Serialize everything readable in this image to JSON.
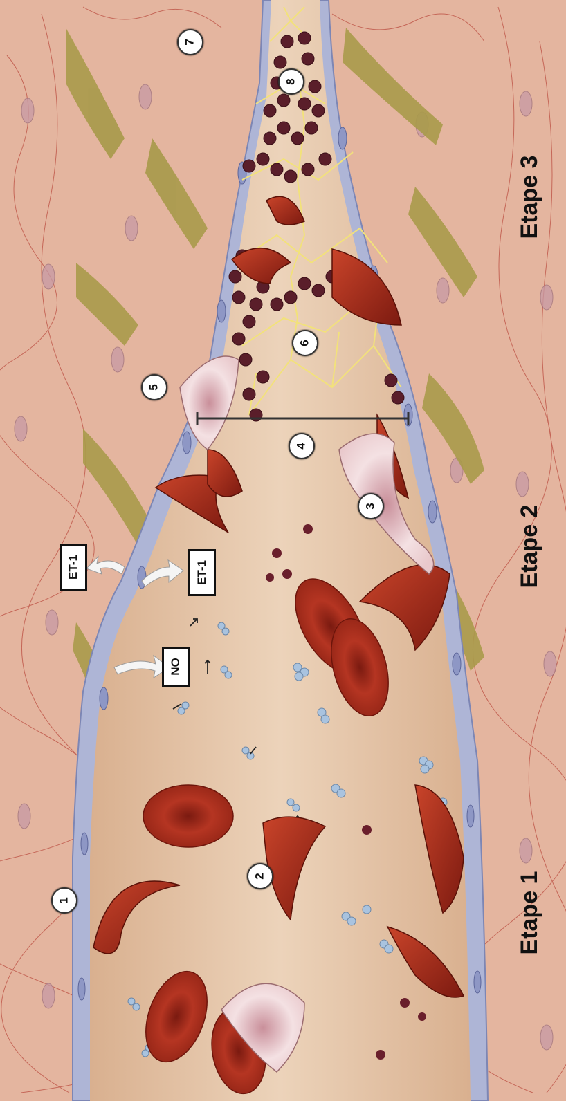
{
  "stages": [
    {
      "label": "Etape 1"
    },
    {
      "label": "Etape 2"
    },
    {
      "label": "Etape 3"
    }
  ],
  "boxes": {
    "no": "NO",
    "et1_top": "ET-1",
    "et1_bottom": "ET-1"
  },
  "markers": [
    "1",
    "2",
    "3",
    "4",
    "5",
    "6",
    "7",
    "8"
  ],
  "colors": {
    "tissue": "#d89a86",
    "smooth_muscle": "#a89a4a",
    "endothelium": "#aeb5d6",
    "lumen": "#e6c6a8",
    "red_cell": "#a8281a",
    "platelet": "#5a1e2a",
    "fibrin": "#f2e27a",
    "leukocyte": "#f1d9d9",
    "no_molecule": "#a9c3df"
  }
}
